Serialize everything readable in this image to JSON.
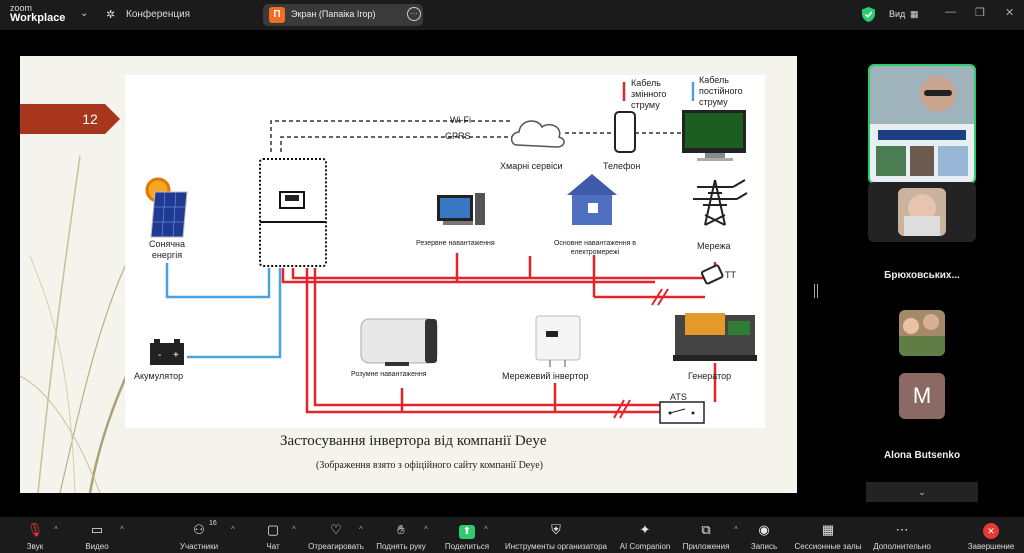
{
  "app": {
    "brand_top": "zoom",
    "brand_bottom": "Workplace",
    "meeting_label": "Конференция"
  },
  "share_pill": {
    "badge": "П",
    "label": "Экран (Папаіка Ігор)"
  },
  "view": {
    "label": "Вид"
  },
  "slide": {
    "page_number": "12",
    "legend": {
      "ac": "Кабель змінного струму",
      "dc": "Кабель постійного струму"
    },
    "labels": {
      "wifi": "Wi-Fi",
      "gprs": "GPRS",
      "cloud": "Хмарні сервіси",
      "phone": "Телефон",
      "solar": "Сонячна енергія",
      "backup_load": "Резервне навантаження",
      "main_load": "Основне навантаження в електромережі",
      "grid": "Мережа",
      "ct": "TT",
      "battery": "Акумулятор",
      "smart_load": "Розумне навантаження",
      "grid_inverter": "Мережевий інвертор",
      "generator": "Генератор",
      "ats": "ATS"
    },
    "caption": "Застосування інвертора від компанії Deye",
    "subcaption": "(Зображення взято з офіційного сайту компанії Deye)"
  },
  "participants": [
    {
      "name": "",
      "active": true
    },
    {
      "name": "Брюховських..."
    },
    {
      "name": ""
    },
    {
      "name": "Alona Butsenko",
      "initial": "M"
    }
  ],
  "toolbar": [
    {
      "label": "Звук",
      "icon": "mic-muted-icon"
    },
    {
      "label": "Видео",
      "icon": "video-icon"
    },
    {
      "label": "Участники",
      "icon": "participants-icon",
      "count": "16"
    },
    {
      "label": "Чат",
      "icon": "chat-icon"
    },
    {
      "label": "Отреагировать",
      "icon": "heart-icon"
    },
    {
      "label": "Поднять руку",
      "icon": "hand-icon"
    },
    {
      "label": "Поделиться",
      "icon": "share-icon"
    },
    {
      "label": "Инструменты организатора",
      "icon": "shield-icon"
    },
    {
      "label": "AI Companion",
      "icon": "sparkle-icon"
    },
    {
      "label": "Приложения",
      "icon": "apps-icon"
    },
    {
      "label": "Запись",
      "icon": "record-icon"
    },
    {
      "label": "Сессионные залы",
      "icon": "rooms-icon"
    },
    {
      "label": "Дополнительно",
      "icon": "more-icon"
    },
    {
      "label": "Завершение",
      "icon": "end-icon"
    }
  ],
  "colors": {
    "accent_green": "#2ecc71",
    "share_orange": "#f26d21",
    "end_red": "#e53935",
    "ac_red": "#e3242b",
    "dc_blue": "#4aa3df",
    "page_badge": "#a8361c"
  }
}
